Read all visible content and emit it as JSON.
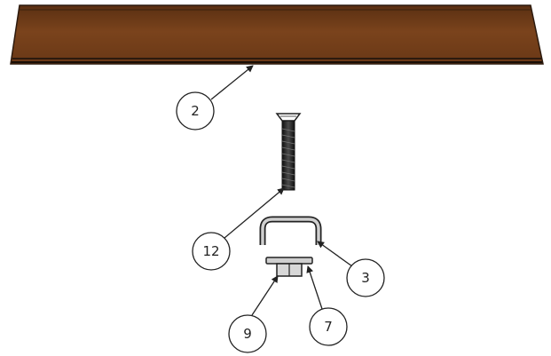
{
  "callouts": {
    "part_2": "2",
    "part_12": "12",
    "part_3": "3",
    "part_9": "9",
    "part_7": "7"
  },
  "colors": {
    "board": "#6a3a18",
    "board_edge": "#2c1a0e",
    "hardware": "#2a2a2a",
    "line": "#222222"
  }
}
